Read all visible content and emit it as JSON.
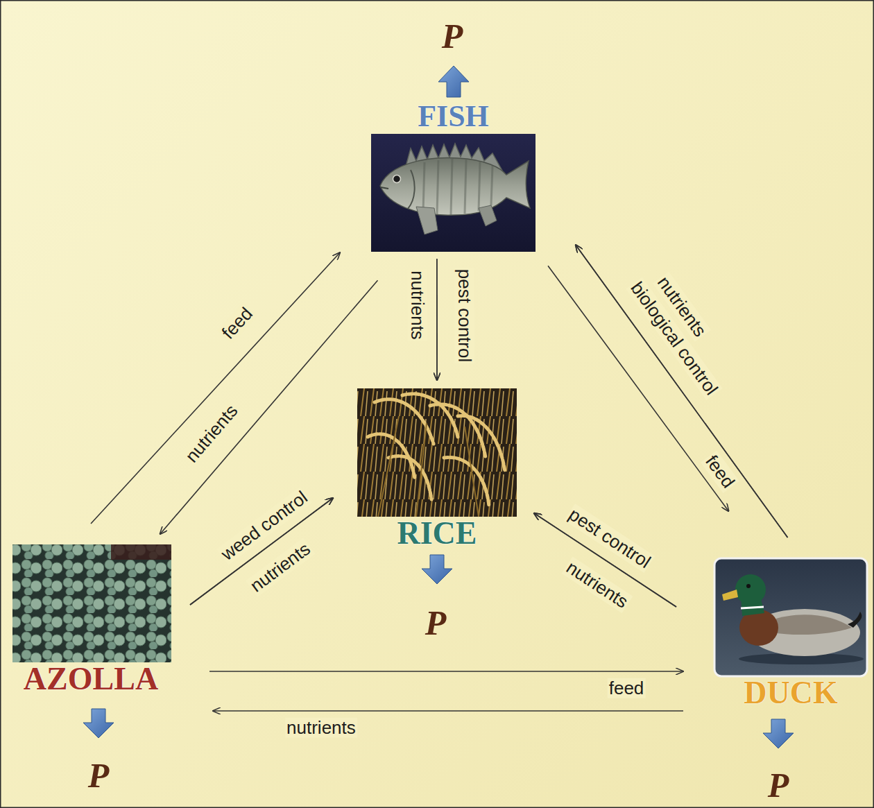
{
  "diagram": {
    "nodes": [
      {
        "text": [
          "FISH"
        ]
      },
      {
        "text": [
          "RICE"
        ]
      },
      {
        "text": [
          "AZOLLA"
        ]
      },
      {
        "text": [
          "DUCK"
        ]
      }
    ],
    "edges": [
      {
        "from": 0,
        "to": 1,
        "label": "nutrients",
        "arrow": "to"
      },
      {
        "from": 0,
        "to": 1,
        "label": "pest control",
        "arrow": "to"
      },
      {
        "from": 2,
        "to": 0,
        "label": "feed",
        "arrow": "to"
      },
      {
        "from": 0,
        "to": 2,
        "label": "nutrients",
        "arrow": "to"
      },
      {
        "from": 3,
        "to": 0,
        "label": "nutrients",
        "arrow": "to"
      },
      {
        "from": 3,
        "to": 0,
        "label": "biological control",
        "arrow": "to"
      },
      {
        "from": 0,
        "to": 3,
        "label": "feed",
        "arrow": "to"
      },
      {
        "from": 2,
        "to": 1,
        "label": "weed control",
        "arrow": "to"
      },
      {
        "from": 2,
        "to": 1,
        "label": "nutrients",
        "arrow": "to"
      },
      {
        "from": 3,
        "to": 1,
        "label": "pest control",
        "arrow": "to"
      },
      {
        "from": 3,
        "to": 1,
        "label": "nutrients",
        "arrow": "to"
      },
      {
        "from": 2,
        "to": 3,
        "label": "feed",
        "arrow": "to"
      },
      {
        "from": 3,
        "to": 2,
        "label": "nutrients",
        "arrow": "to"
      }
    ],
    "labels": [
      "P",
      "P",
      "P",
      "P"
    ]
  }
}
